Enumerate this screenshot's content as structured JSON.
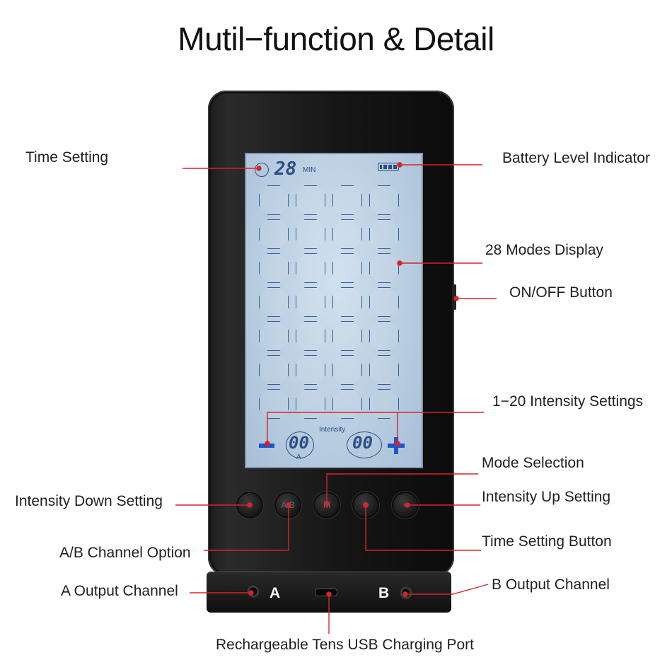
{
  "title": "Mutil−function & Detail",
  "labels": {
    "time_setting": "Time Setting",
    "battery_level_indicator": "Battery Level Indicator",
    "modes_display": "28 Modes Display",
    "on_off_button": "ON/OFF Button",
    "intensity_settings": "1−20 Intensity Settings",
    "mode_selection": "Mode Selection",
    "intensity_down_setting": "Intensity Down Setting",
    "intensity_up_setting": "Intensity Up Setting",
    "ab_channel_option": "A/B Channel Option",
    "time_setting_button": "Time Setting Button",
    "a_output_channel": "A Output Channel",
    "b_output_channel": "B Output Channel",
    "usb_port": "Rechargeable Tens USB Charging Port"
  },
  "screen": {
    "timer_value": "28",
    "timer_unit": "MIN",
    "intensity_label": "Intensity",
    "channel_a_value": "00",
    "channel_a_letter": "A",
    "channel_b_value": "00",
    "minus_symbol": "−",
    "plus_symbol": "+"
  },
  "device_buttons": [
    {
      "icon": "minus-icon",
      "glyph": "−"
    },
    {
      "icon": "ab-icon",
      "glyph": "A/B"
    },
    {
      "icon": "mode-icon",
      "glyph": "M"
    },
    {
      "icon": "clock-icon",
      "glyph": "⏱"
    },
    {
      "icon": "plus-icon",
      "glyph": "+"
    }
  ],
  "dock": {
    "a_letter": "A",
    "b_letter": "B"
  },
  "colors": {
    "leader_line": "#d8232a",
    "lcd_blue": "#2e4d85"
  }
}
